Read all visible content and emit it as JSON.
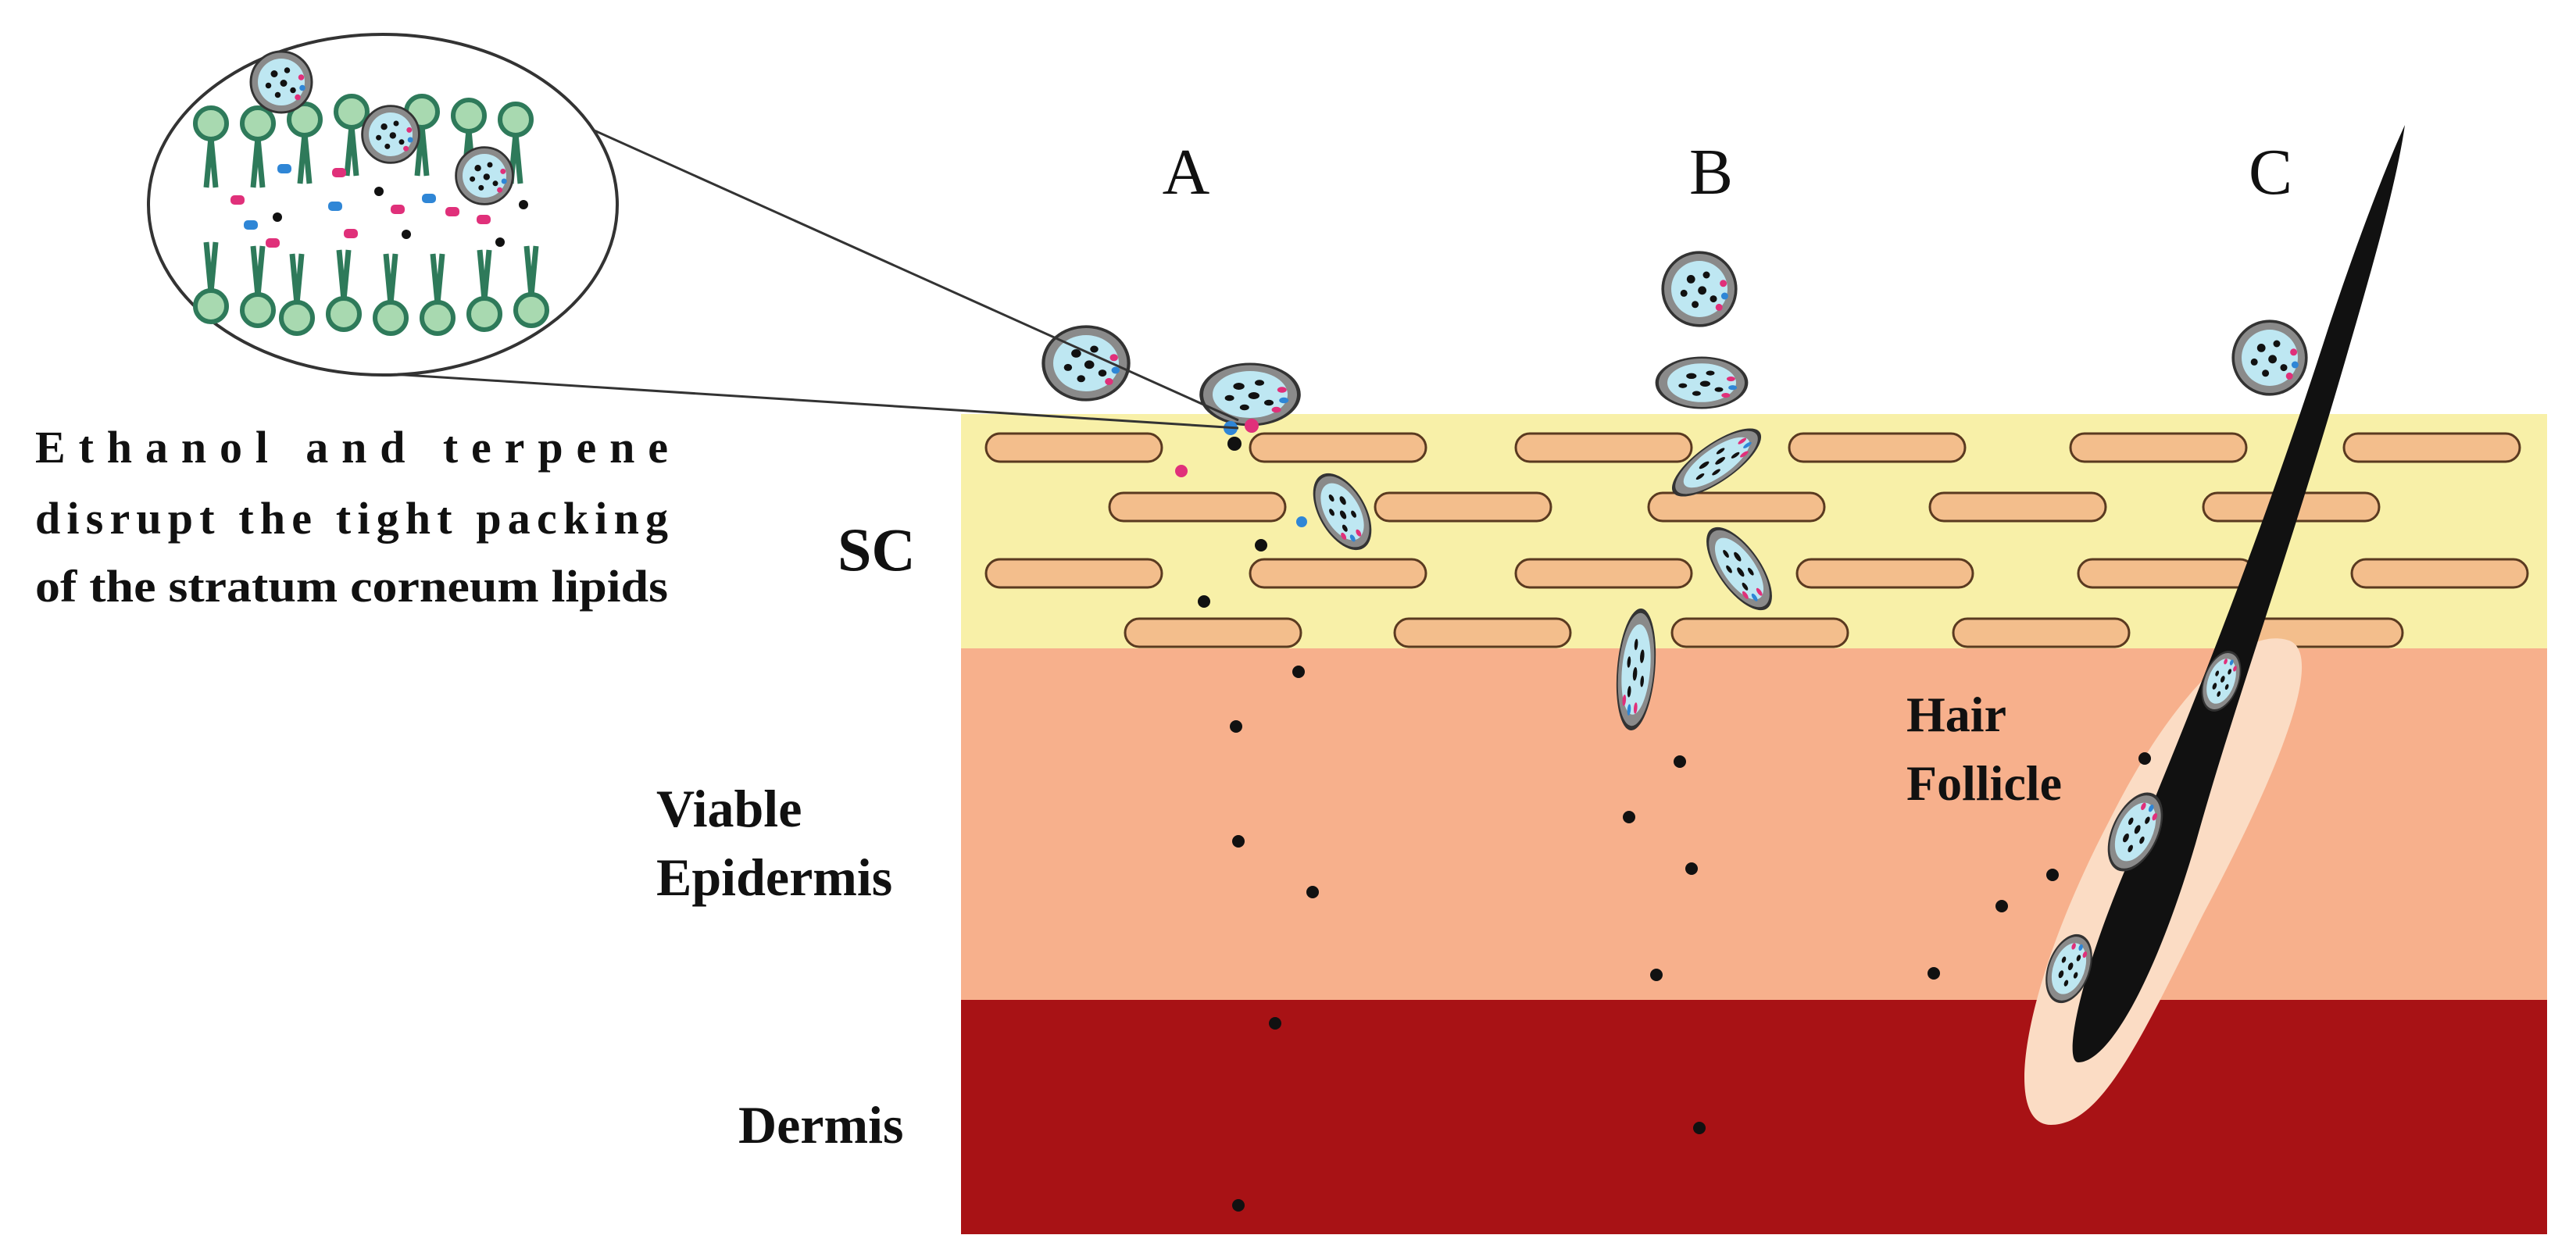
{
  "pathways": [
    {
      "id": "A",
      "label": "A"
    },
    {
      "id": "B",
      "label": "B"
    },
    {
      "id": "C",
      "label": "C"
    }
  ],
  "layers": {
    "sc": "SC",
    "viable_epidermis": [
      "Viable",
      "Epidermis"
    ],
    "dermis": "Dermis"
  },
  "hair_follicle": [
    "Hair",
    "Follicle"
  ],
  "annotation": [
    "Ethanol and terpene",
    "disrupt the tight packing",
    "of the stratum corneum lipids"
  ],
  "colors": {
    "stratum_corneum": "#F8F0A8",
    "corneocyte": "#F3BE8C",
    "viable_epidermis": "#F7B08C",
    "dermis": "#A81215",
    "follicle_sheath": "#FBDCC4",
    "hair": "#111111",
    "vesicle_core": "#BEE7F2",
    "vesicle_shell": "#8A8A8A",
    "lipid": "#2E7A5A",
    "lipid_head": "#A8D9B0",
    "ethanol_marker": "#E0307A",
    "terpene_marker": "#2F86D6",
    "drug_dot": "#111111"
  }
}
